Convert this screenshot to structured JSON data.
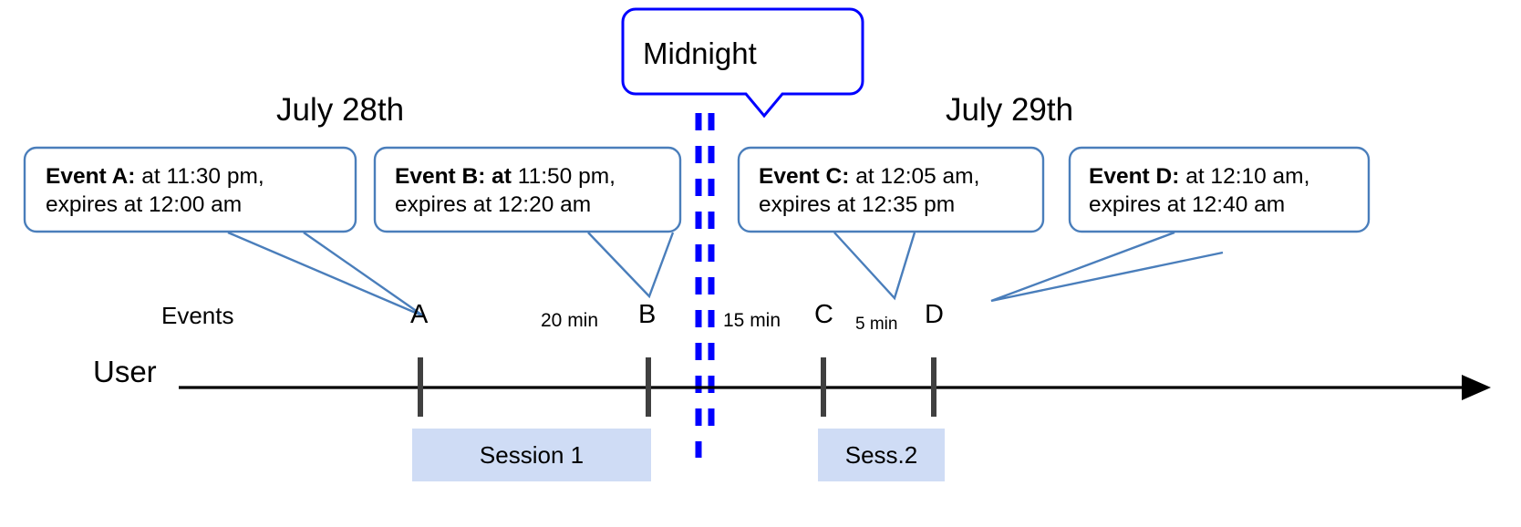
{
  "diagram": {
    "title_midnight": "Midnight",
    "dates": [
      {
        "label": "July 28th"
      },
      {
        "label": "July 29th"
      }
    ],
    "axis": {
      "user_label": "User",
      "events_label": "Events"
    },
    "callouts": [
      {
        "name": "event-a",
        "bold": "Event A:",
        "rest_line1": " at 11:30 pm,",
        "line2": "expires at 12:00 am",
        "occurs_at": "11:30 pm",
        "expires_at": "12:00 am"
      },
      {
        "name": "event-b",
        "bold": "Event B: at",
        "rest_line1": " 11:50 pm,",
        "line2": "expires at 12:20 am",
        "occurs_at": "11:50 pm",
        "expires_at": "12:20 am"
      },
      {
        "name": "event-c",
        "bold": "Event C:",
        "rest_line1": " at 12:05 am,",
        "line2": "expires at 12:35 pm",
        "occurs_at": "12:05 am",
        "expires_at": "12:35 pm"
      },
      {
        "name": "event-d",
        "bold": "Event D:",
        "rest_line1": "  at 12:10 am,",
        "line2": "expires at 12:40 am",
        "occurs_at": "12:10 am",
        "expires_at": "12:40 am"
      }
    ],
    "markers": [
      {
        "label": "A"
      },
      {
        "label": "B"
      },
      {
        "label": "C"
      },
      {
        "label": "D"
      }
    ],
    "gaps": [
      {
        "label": "20 min"
      },
      {
        "label": "15 min"
      },
      {
        "label": "5 min"
      }
    ],
    "sessions": [
      {
        "label": "Session 1"
      },
      {
        "label": "Sess.2"
      }
    ],
    "colors": {
      "callout_border": "#4a7ebb",
      "midnight_border": "#0000ff",
      "midnight_dash": "#0000ff",
      "session_fill": "#cfdcf5",
      "axis": "#000000",
      "marker": "#404040"
    }
  }
}
